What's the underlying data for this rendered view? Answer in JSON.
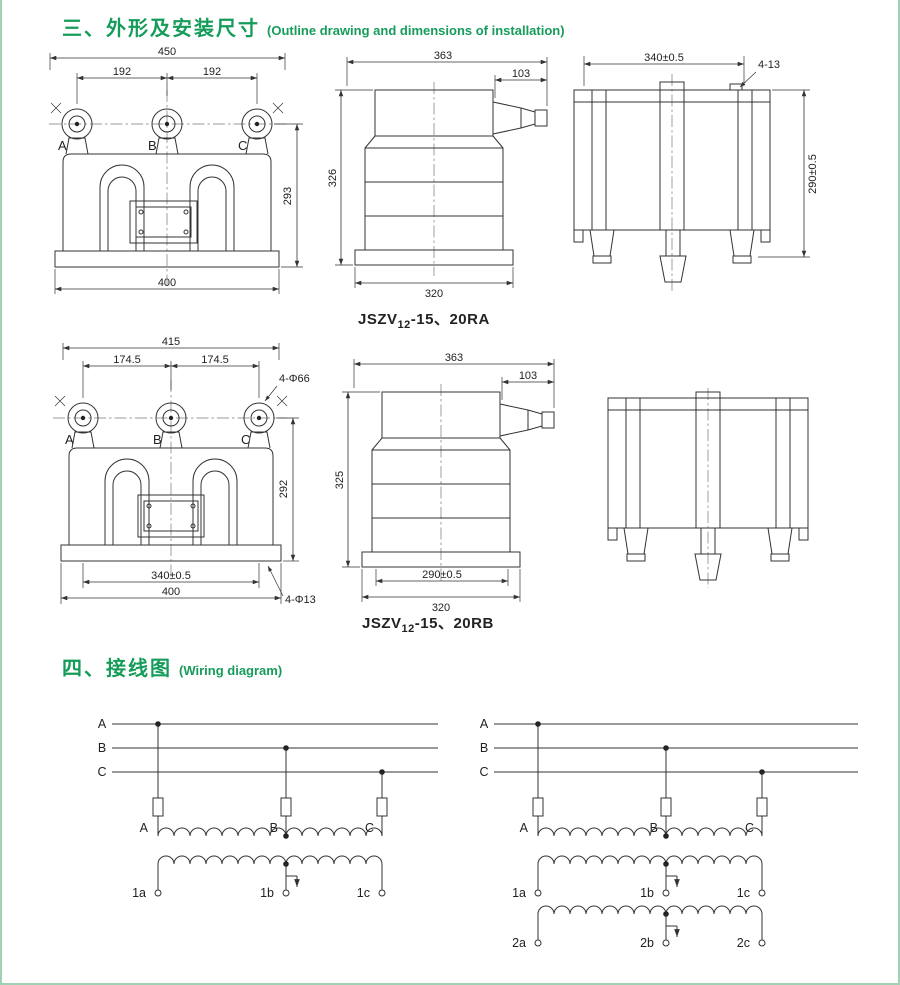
{
  "colors": {
    "heading_green": "#169c5a",
    "frame_green": "#9fd2b4",
    "line_dark": "#333333"
  },
  "section_outline": {
    "heading_cn": "三、外形及安装尺寸",
    "heading_en": "(Outline drawing and dimensions of installation)",
    "model_prefix": "JSZV",
    "model_sub": "12",
    "model_ra_rest": "-15、20RA",
    "model_rb_rest": "-15、20RB",
    "ra_front": {
      "dim_total_width": "450",
      "dim_span_left": "192",
      "dim_span_right": "192",
      "dim_height": "293",
      "dim_base_width": "400",
      "phase_a": "A",
      "phase_b": "B",
      "phase_c": "C"
    },
    "ra_side": {
      "dim_depth": "363",
      "dim_bushing": "103",
      "dim_height": "326",
      "dim_base_depth": "320"
    },
    "ra_rear": {
      "dim_mount_width": "340±0.5",
      "dim_holes": "4-13",
      "dim_mount_height": "290±0.5"
    },
    "rb_front": {
      "dim_total_width": "415",
      "dim_span_left": "174.5",
      "dim_span_right": "174.5",
      "dim_holes_top": "4-Φ66",
      "dim_height": "292",
      "dim_mount_width": "340±0.5",
      "dim_base_width": "400",
      "dim_holes_bottom": "4-Φ13",
      "phase_a": "A",
      "phase_b": "B",
      "phase_c": "C"
    },
    "rb_side": {
      "dim_depth": "363",
      "dim_bushing": "103",
      "dim_height": "325",
      "dim_mount_depth": "290±0.5",
      "dim_base_depth": "320"
    }
  },
  "section_wiring": {
    "heading_cn": "四、接线图",
    "heading_en": "(Wiring diagram)",
    "diagram_left": {
      "phase_a": "A",
      "phase_b": "B",
      "phase_c": "C",
      "winding_a": "A",
      "winding_b": "B",
      "winding_c": "C",
      "term_1a": "1a",
      "term_1b": "1b",
      "term_1c": "1c"
    },
    "diagram_right": {
      "phase_a": "A",
      "phase_b": "B",
      "phase_c": "C",
      "winding_a": "A",
      "winding_b": "B",
      "winding_c": "C",
      "term_1a": "1a",
      "term_1b": "1b",
      "term_1c": "1c",
      "term_2a": "2a",
      "term_2b": "2b",
      "term_2c": "2c"
    }
  }
}
